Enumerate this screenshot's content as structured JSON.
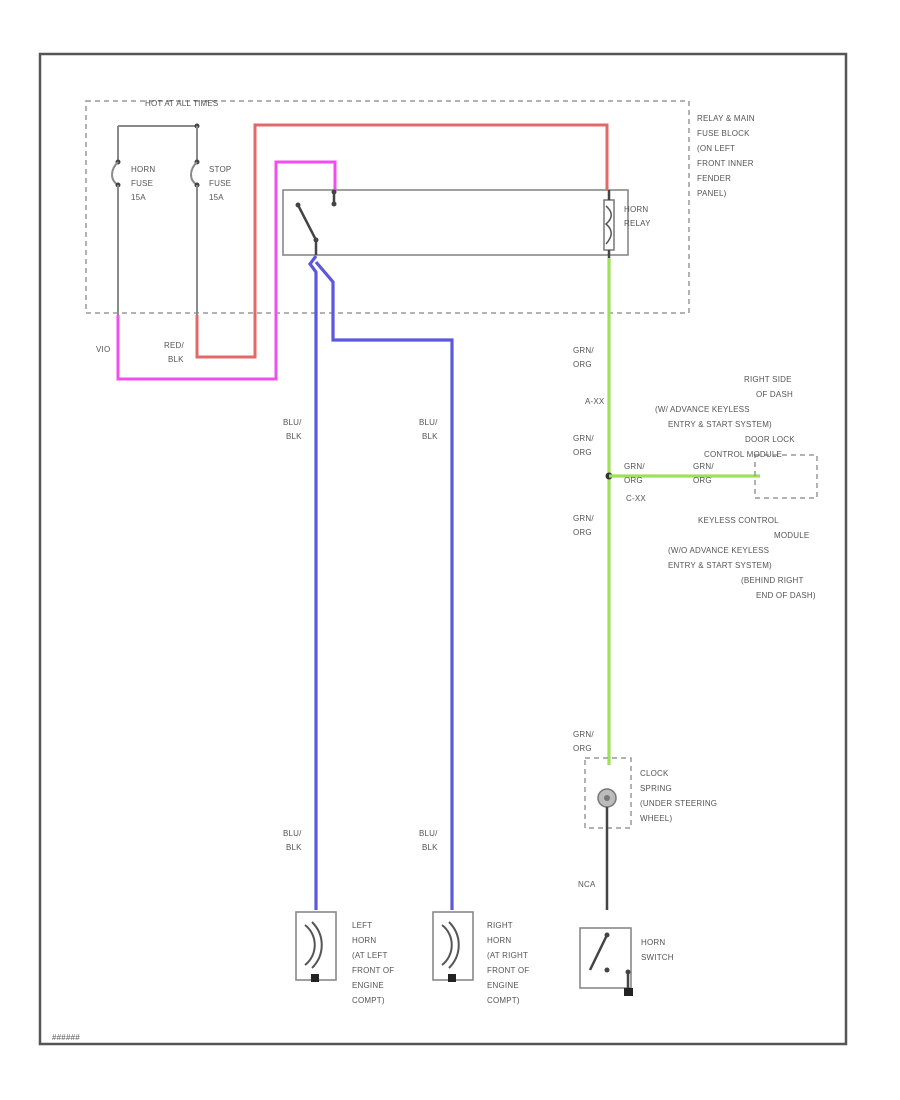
{
  "diagram": {
    "title_box": "HOT AT ALL TIMES",
    "fuse_block_label": [
      "RELAY & MAIN",
      "FUSE BLOCK",
      "(ON LEFT",
      "FRONT INNER",
      "FENDER",
      "PANEL)"
    ],
    "horn_fuse": [
      "HORN",
      "FUSE",
      "15A"
    ],
    "stop_fuse": [
      "STOP",
      "FUSE",
      "15A"
    ],
    "horn_relay": [
      "HORN",
      "RELAY"
    ],
    "wire_vio": "VIO",
    "wire_red_blk": [
      "RED/",
      "BLK"
    ],
    "wire_blu_blk_left_top": [
      "BLU/",
      "BLK"
    ],
    "wire_blu_blk_right_top": [
      "BLU/",
      "BLK"
    ],
    "wire_blu_blk_left_bottom": [
      "BLU/",
      "BLK"
    ],
    "wire_blu_blk_right_bottom": [
      "BLU/",
      "BLK"
    ],
    "wire_grn_org_1": [
      "GRN/",
      "ORG"
    ],
    "wire_grn_org_2": [
      "GRN/",
      "ORG"
    ],
    "wire_grn_org_3": [
      "GRN/",
      "ORG"
    ],
    "wire_grn_org_4": [
      "GRN/",
      "ORG"
    ],
    "wire_grn_org_branch": [
      "GRN/",
      "ORG"
    ],
    "wire_grn_org_module": [
      "GRN/",
      "ORG"
    ],
    "connector_label": "C-XX",
    "splice_label": "A-XX",
    "door_lock_module": [
      "RIGHT SIDE",
      "OF DASH",
      "(W/ ADVANCE KEYLESS",
      "ENTRY & START SYSTEM)",
      "DOOR LOCK",
      "CONTROL MODULE"
    ],
    "keyless_module": [
      "KEYLESS CONTROL",
      "MODULE",
      "(W/O ADVANCE KEYLESS",
      "ENTRY & START SYSTEM)",
      "(BEHIND RIGHT",
      "END OF DASH)"
    ],
    "clock_spring": [
      "CLOCK",
      "SPRING",
      "(UNDER STEERING",
      "WHEEL)"
    ],
    "wire_nca": "NCA",
    "horn_switch": [
      "HORN",
      "SWITCH"
    ],
    "left_horn": [
      "LEFT",
      "HORN",
      "(AT LEFT",
      "FRONT OF",
      "ENGINE",
      "COMPT)"
    ],
    "right_horn": [
      "RIGHT",
      "HORN",
      "(AT RIGHT",
      "FRONT OF",
      "ENGINE",
      "COMPT)"
    ],
    "figure_id": "######"
  }
}
